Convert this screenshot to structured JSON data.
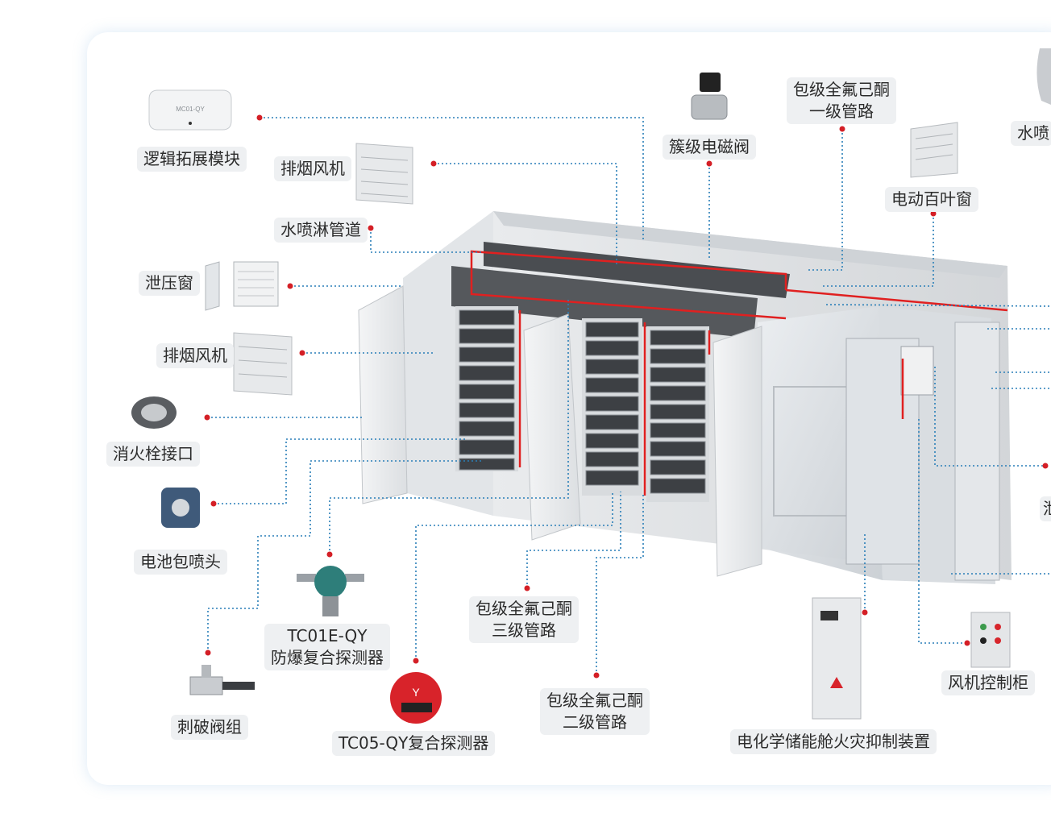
{
  "labels": {
    "logic_module": "逻辑拓展模块",
    "smoke_fan_top": "排烟风机",
    "sprinkler_pipe": "水喷淋管道",
    "relief_window": "泄压窗",
    "smoke_fan_mid": "排烟风机",
    "hydrant": "消火栓接口",
    "pack_nozzle": "电池包喷头",
    "pierce_valve": "刺破阀组",
    "tc01e_line1": "TC01E-QY",
    "tc01e_line2": "防爆复合探测器",
    "tc05": "TC05-QY复合探测器",
    "pack_pipe3_line1": "包级全氟己酮",
    "pack_pipe3_line2": "三级管路",
    "pack_pipe2_line1": "包级全氟己酮",
    "pack_pipe2_line2": "二级管路",
    "cluster_valve": "簇级电磁阀",
    "pack_pipe1_line1": "包级全氟己酮",
    "pack_pipe1_line2": "一级管路",
    "water_cut": "水喷",
    "louver": "电动百叶窗",
    "fan_cabinet": "风机控制柜",
    "suppression_device": "电化学储能舱火灾抑制装置",
    "right_cut": "泄"
  },
  "product_text": {
    "module_face": "MC01-QY"
  },
  "colors": {
    "leader": "#2a7fb8",
    "dot": "#d41f26",
    "pipe": "#e02020"
  }
}
